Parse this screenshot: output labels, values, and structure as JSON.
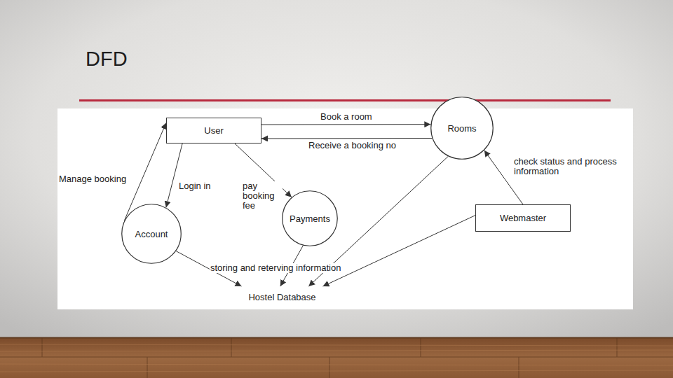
{
  "diagram": {
    "title": "DFD",
    "nodes": [
      {
        "text": [
          "User"
        ]
      },
      {
        "text": [
          "Rooms"
        ]
      },
      {
        "text": [
          "Account"
        ]
      },
      {
        "text": [
          "Payments"
        ]
      },
      {
        "text": [
          "Webmaster"
        ]
      },
      {
        "text": [
          "Hostel Database"
        ]
      }
    ],
    "edges": [
      {
        "from": 0,
        "to": 1,
        "label": "Book a room",
        "arrow": "to"
      },
      {
        "from": 1,
        "to": 0,
        "label": "Receive a booking no",
        "arrow": "to"
      },
      {
        "from": 2,
        "to": 0,
        "label": "Manage booking",
        "arrow": "to"
      },
      {
        "from": 0,
        "to": 2,
        "label": "Login in",
        "arrow": "to"
      },
      {
        "from": 0,
        "to": 3,
        "label": "pay booking fee",
        "arrow": "to"
      },
      {
        "from": 2,
        "to": 5,
        "arrow": "to"
      },
      {
        "from": 3,
        "to": 5,
        "arrow": "to"
      },
      {
        "from": 1,
        "to": 5,
        "arrow": "to"
      },
      {
        "from": 4,
        "to": 5,
        "arrow": "to"
      },
      {
        "from": 4,
        "to": 1,
        "label": "check status and process information",
        "arrow": "to"
      }
    ],
    "labels": [
      "storing and reterving information"
    ]
  }
}
